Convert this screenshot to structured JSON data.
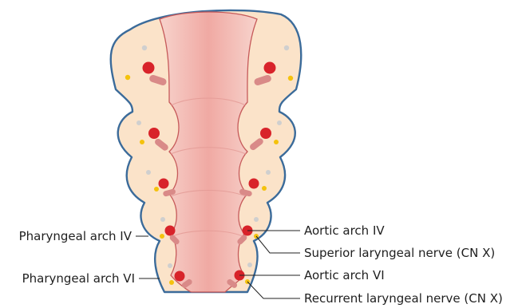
{
  "labels": {
    "left": [
      "Pharyngeal arch IV",
      "Pharyngeal arch VI"
    ],
    "right": [
      "Aortic arch IV",
      "Superior laryngeal nerve (CN X)",
      "Aortic arch VI",
      "Recurrent laryngeal nerve (CN X)"
    ]
  },
  "colors": {
    "arch_fill": "#fbe3c9",
    "arch_outline": "#3b6b9a",
    "pharynx_fill": "#f4c4bd",
    "pharynx_center": "#f1aea8",
    "artery": "#d8232a",
    "nerve": "#f4c20d",
    "cartilage": "#cfcfcf",
    "muscle": "#d98a88"
  }
}
